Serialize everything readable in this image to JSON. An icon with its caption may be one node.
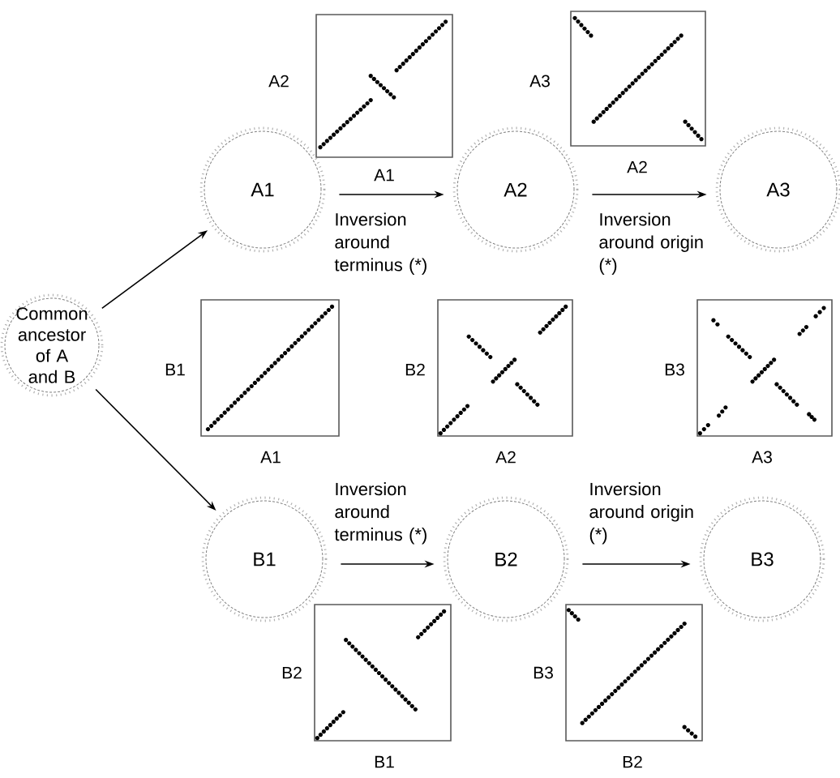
{
  "diagram": {
    "nodes": [
      {
        "text": [
          "Common ancestor of A and B"
        ]
      },
      {
        "text": [
          "A1"
        ]
      },
      {
        "text": [
          "A2"
        ]
      },
      {
        "text": [
          "A3"
        ]
      },
      {
        "text": [
          "B1"
        ]
      },
      {
        "text": [
          "B2"
        ]
      },
      {
        "text": [
          "B3"
        ]
      }
    ],
    "edges": [
      {
        "from": 0,
        "to": 1,
        "arrow": "to"
      },
      {
        "from": 0,
        "to": 4,
        "arrow": "to"
      },
      {
        "from": 1,
        "to": 2,
        "arrow": "to",
        "label": "Inversion around terminus (*)"
      },
      {
        "from": 2,
        "to": 3,
        "arrow": "to",
        "label": "Inversion around origin (*)"
      },
      {
        "from": 4,
        "to": 5,
        "arrow": "to",
        "label": "Inversion around terminus (*)"
      },
      {
        "from": 5,
        "to": 6,
        "arrow": "to",
        "label": "Inversion around origin (*)"
      }
    ],
    "labels": [
      "A2",
      "A1",
      "A3",
      "A2",
      "B1",
      "A1",
      "B2",
      "A2",
      "B3",
      "A3",
      "B2",
      "B1",
      "B3",
      "B2"
    ]
  }
}
